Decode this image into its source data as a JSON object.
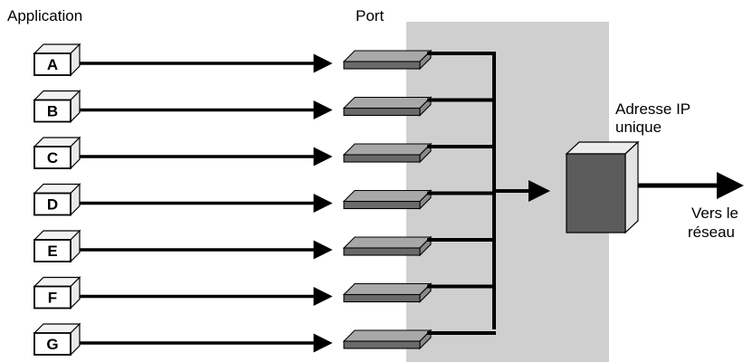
{
  "labels": {
    "application": "Application",
    "port": "Port",
    "ip_line1": "Adresse IP",
    "ip_line2": "unique",
    "network_line1": "Vers le",
    "network_line2": "réseau"
  },
  "applications": [
    "A",
    "B",
    "C",
    "D",
    "E",
    "F",
    "G"
  ],
  "colors": {
    "panel": "#cfcfcf",
    "line": "#000000",
    "port_top": "#a8a8a8",
    "port_front": "#6a6a6a",
    "router_front": "#5c5c5c",
    "router_side": "#e4e4e4",
    "box_face": "#ffffff",
    "box_side": "#e8e8e8"
  }
}
